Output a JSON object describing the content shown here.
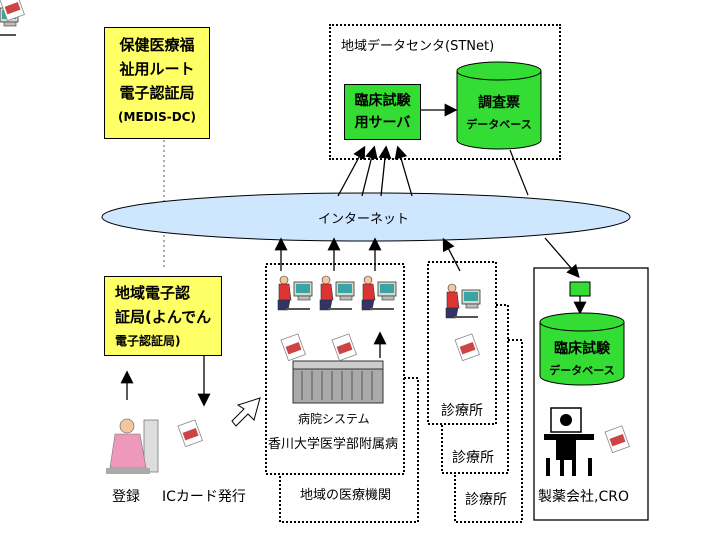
{
  "medis": {
    "l1": "保健医療福",
    "l2": "祉用ルート",
    "l3": "電子認証局",
    "l4": "(MEDIS-DC)"
  },
  "regional_ca": {
    "l1": "地域電子認",
    "l2": "証局(よんでん",
    "l3": "電子認証局)"
  },
  "data_center": {
    "title": "地域データセンタ(STNet)"
  },
  "server": {
    "l1": "臨床試験",
    "l2": "用サーバ"
  },
  "survey_db": {
    "l1": "調査票",
    "l2": "データベース"
  },
  "internet": "インターネット",
  "hospital": {
    "sys": "病院システム",
    "name": "香川大学医学部附属病"
  },
  "clinic": [
    "診療所",
    "診療所",
    "診療所"
  ],
  "regional_medical": "地域の医療機関",
  "pharma_db": {
    "l1": "臨床試験",
    "l2": "データベース"
  },
  "pharma_label": "製薬会社,CRO",
  "registration": "登録",
  "ic_issue": "ICカード発行",
  "colors": {
    "yellow": "#ffff66",
    "green": "#33dd33",
    "internet": "#cfe6ff"
  }
}
